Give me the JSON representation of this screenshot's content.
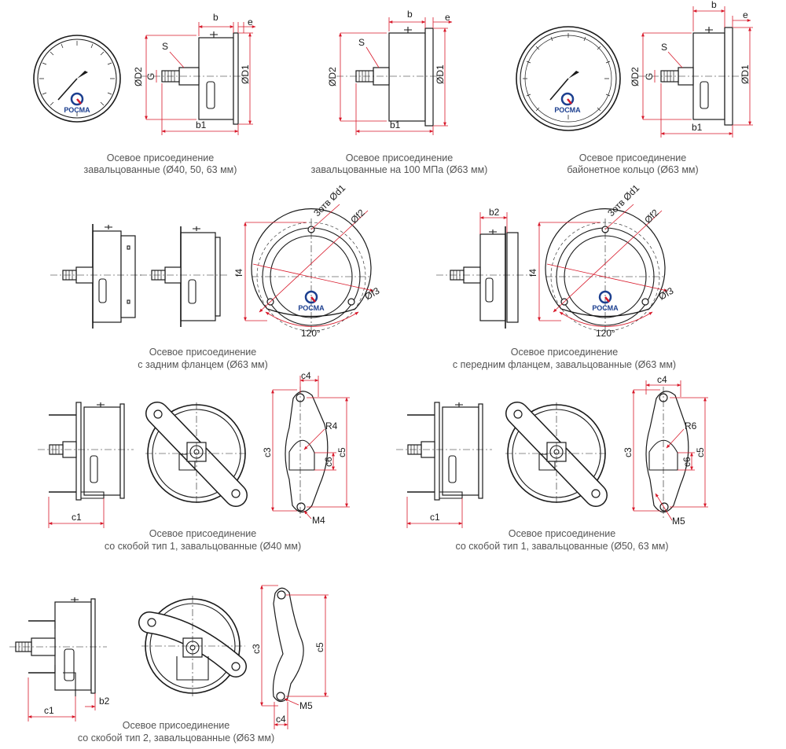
{
  "captions": {
    "fig1": {
      "line1": "Осевое присоединение",
      "line2": "завальцованные (Ø40, 50, 63 мм)"
    },
    "fig2": {
      "line1": "Осевое присоединение",
      "line2": "завальцованные на 100 МПа (Ø63 мм)"
    },
    "fig3": {
      "line1": "Осевое присоединение",
      "line2": "байонетное кольцо (Ø63 мм)"
    },
    "fig4": {
      "line1": "Осевое присоединение",
      "line2": "с задним фланцем (Ø63 мм)"
    },
    "fig5": {
      "line1": "Осевое присоединение",
      "line2": "с передним фланцем, завальцованные (Ø63 мм)"
    },
    "fig6": {
      "line1": "Осевое присоединение",
      "line2": "со скобой тип 1, завальцованные (Ø40 мм)"
    },
    "fig7": {
      "line1": "Осевое присоединение",
      "line2": "со скобой тип 1, завальцованные (Ø50, 63 мм)"
    },
    "fig8": {
      "line1": "Осевое присоединение",
      "line2": "со скобой тип 2, завальцованные (Ø63 мм)"
    }
  },
  "dims": {
    "b": "b",
    "e": "e",
    "s": "S",
    "g": "G",
    "d1": "ØD1",
    "d2": "ØD2",
    "b1": "b1",
    "b2": "b2",
    "f4": "f4",
    "f1": "3отв Ød1",
    "f2": "Øf2",
    "f3": "Øf3",
    "angle": "120°",
    "c1": "c1",
    "c3": "c3",
    "c4": "c4",
    "c5": "c5",
    "c6": "c6",
    "r4": "R4",
    "r6": "R6",
    "m4": "M4",
    "m5": "M5"
  },
  "logo": {
    "text": "РОСМА"
  },
  "colors": {
    "dimension": "#d8192a",
    "line": "#1a1a1a",
    "caption": "#555555",
    "logo_blue": "#1c3f8f",
    "logo_red": "#d8192a"
  }
}
